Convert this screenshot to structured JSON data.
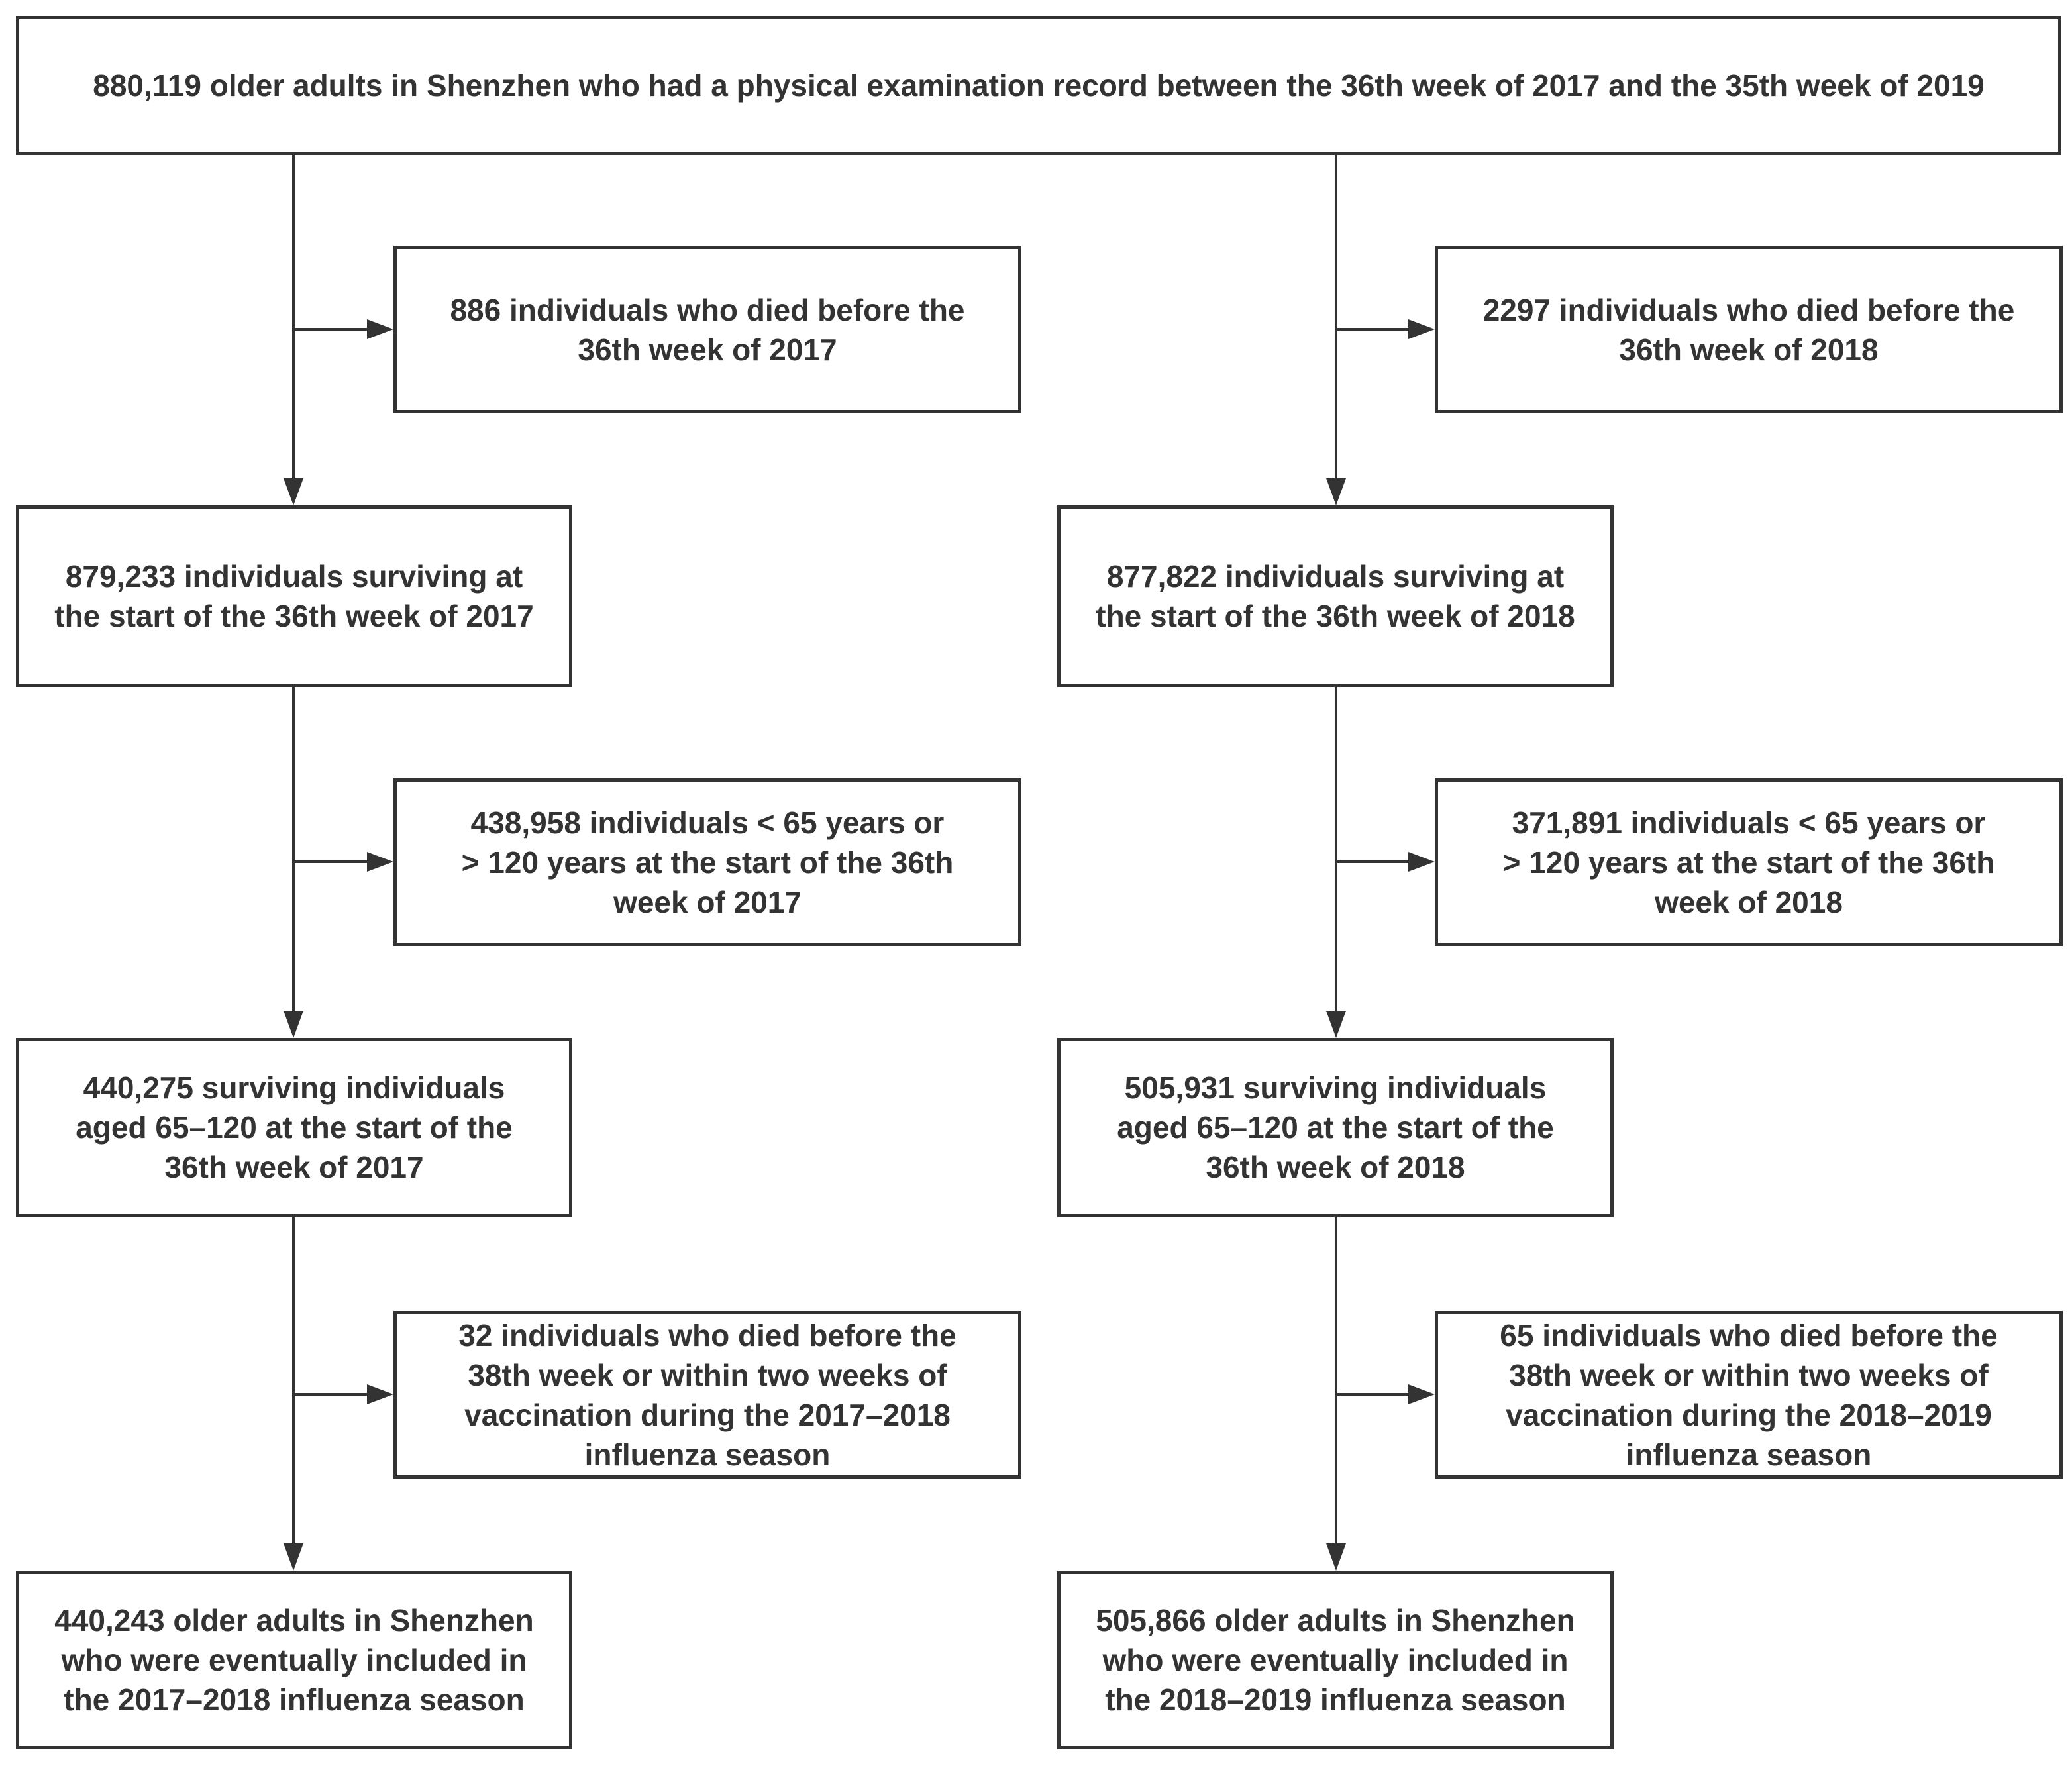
{
  "flowchart": {
    "top": "880,119 older adults in Shenzhen who had a physical examination record between the 36th week of 2017 and the 35th week of 2019",
    "left": {
      "excluded_1": "886 individuals who died before the\n36th week of 2017",
      "surviving_1": "879,233 individuals surviving at\nthe start of the 36th week of 2017",
      "excluded_2": "438,958 individuals < 65 years or\n> 120 years at the start of the 36th\nweek of 2017",
      "surviving_2": "440,275 surviving individuals\naged 65–120 at the start of the\n36th week of 2017",
      "excluded_3": "32 individuals who died before the\n38th week or within two weeks of\nvaccination during the 2017–2018\ninfluenza season",
      "final": "440,243 older adults in Shenzhen\nwho were eventually included in\nthe 2017–2018 influenza season"
    },
    "right": {
      "excluded_1": "2297 individuals who died before the\n36th week of 2018",
      "surviving_1": "877,822 individuals surviving at\nthe start of the 36th week of 2018",
      "excluded_2": "371,891 individuals < 65 years or\n> 120 years at the start of the 36th\nweek of 2018",
      "surviving_2": "505,931 surviving individuals\naged 65–120 at the start of the\n36th week of 2018",
      "excluded_3": "65 individuals who died before the\n38th week or within two weeks of\nvaccination during the 2018–2019\ninfluenza season",
      "final": "505,866 older adults in Shenzhen\nwho were eventually included in\nthe 2018–2019 influenza season"
    }
  },
  "colors": {
    "stroke": "#333333",
    "text": "#333333",
    "background": "#ffffff"
  }
}
